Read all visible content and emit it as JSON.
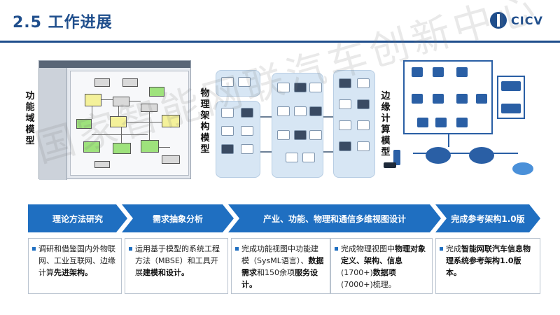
{
  "header": {
    "title": "2.5 工作进展",
    "logo_text": "CICV"
  },
  "labels": {
    "functional": "功能域模型",
    "physical": "物理架构模型",
    "edge": "边缘计算模型"
  },
  "watermark": "国家智能网联汽车创新中心",
  "steps": [
    {
      "label": "理论方法研究"
    },
    {
      "label": "需求抽象分析"
    },
    {
      "label": "产业、功能、物理和通信多维视图设计"
    },
    {
      "label": "完成参考架构1.0版"
    }
  ],
  "descriptions": {
    "d1": {
      "pre": "调研和借鉴国内外物联网、工业互联网、边缘计算",
      "bold": "先进架构。"
    },
    "d2": {
      "pre": "运用基于模型的系统工程方法（MBSE）和工具开展",
      "bold": "建模和设计。"
    },
    "d3": {
      "p1": "完成功能视图中功能建模（SysML语言）、",
      "b1": "数据需求",
      "p2": "和150余项",
      "b2": "服务设计。"
    },
    "d4": {
      "p1": "完成物理视图中",
      "b1": "物理对象定义、架构、信息",
      "p2": "(1700+)",
      "b2": "数据项",
      "p3": "(7000+)梳理。"
    },
    "d5": {
      "p1": "完成",
      "b1": "智能网联汽车信息物理系统参考架构1.0版本。"
    }
  },
  "colors": {
    "brand": "#1f4e8c",
    "chevron": "#1f6fc1"
  }
}
